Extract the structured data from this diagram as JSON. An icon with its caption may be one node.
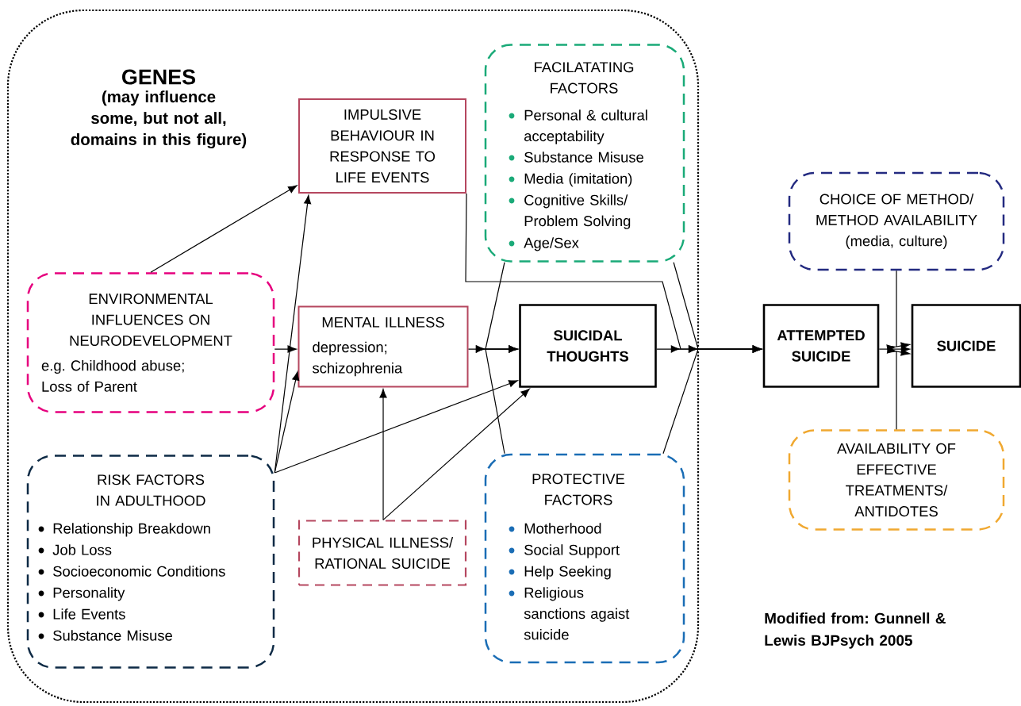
{
  "diagram": {
    "nodes": [
      {
        "text": [
          "GENES",
          "(may influence some, but not all, domains in this figure)"
        ]
      },
      {
        "text": [
          "FACILATATING FACTORS",
          "Personal & cultural acceptability",
          "Substance Misuse",
          "Media (imitation)",
          "Cognitive Skills/ Problem Solving",
          "Age/Sex"
        ],
        "in": 0
      },
      {
        "text": [
          "IMPULSIVE BEHAVIOUR IN RESPONSE TO LIFE EVENTS"
        ],
        "in": 0
      },
      {
        "text": [
          "ENVIRONMENTAL INFLUENCES ON NEURODEVELOPMENT",
          "e.g. Childhood abuse; Loss of Parent"
        ],
        "in": 0
      },
      {
        "text": [
          "MENTAL ILLNESS",
          "depression; schizophrenia"
        ],
        "in": 0
      },
      {
        "text": [
          "SUICIDAL THOUGHTS"
        ],
        "in": 0
      },
      {
        "text": [
          "RISK FACTORS IN ADULTHOOD",
          "Relationship Breakdown",
          "Job Loss",
          "Socioeconomic Conditions",
          "Personality",
          "Life Events",
          "Substance Misuse"
        ],
        "in": 0
      },
      {
        "text": [
          "PHYSICAL ILLNESS/ RATIONAL SUICIDE"
        ],
        "in": 0
      },
      {
        "text": [
          "PROTECTIVE FACTORS",
          "Motherhood",
          "Social Support",
          "Help Seeking",
          "Religious sanctions agaist suicide"
        ],
        "in": 0
      },
      {
        "text": [
          "CHOICE OF METHOD/ METHOD AVAILABILITY",
          "(media, culture)"
        ]
      },
      {
        "text": [
          "ATTEMPTED SUICIDE"
        ]
      },
      {
        "text": [
          "SUICIDE"
        ]
      },
      {
        "text": [
          "AVAILABILITY OF EFFECTIVE TREATMENTS/ ANTIDOTES"
        ]
      }
    ],
    "edges": [
      {
        "from": 3,
        "to": 2,
        "arrow": "to"
      },
      {
        "from": 3,
        "to": 4,
        "arrow": "to"
      },
      {
        "from": 6,
        "to": 2,
        "arrow": "to"
      },
      {
        "from": 6,
        "to": 4,
        "arrow": "to"
      },
      {
        "from": 6,
        "to": 5,
        "arrow": "to"
      },
      {
        "from": 7,
        "to": 4,
        "arrow": "to"
      },
      {
        "from": 7,
        "to": 5,
        "arrow": "to"
      },
      {
        "from": 4,
        "to": 5,
        "arrow": "to"
      },
      {
        "from": 1,
        "to": 5,
        "arrow": "to"
      },
      {
        "from": 8,
        "to": 5,
        "arrow": "to"
      },
      {
        "from": 5,
        "to": 10,
        "arrow": "to"
      },
      {
        "from": 2,
        "to": 10,
        "arrow": "to"
      },
      {
        "from": 1,
        "to": 10,
        "arrow": "to"
      },
      {
        "from": 8,
        "to": 10,
        "arrow": "to"
      },
      {
        "from": 10,
        "to": 11,
        "arrow": "to"
      },
      {
        "from": 9,
        "to": 11,
        "arrow": "to"
      },
      {
        "from": 12,
        "to": 11,
        "arrow": "to"
      }
    ],
    "labels": [
      "Modified from: Gunnell & Lewis BJPsych 2005"
    ]
  }
}
